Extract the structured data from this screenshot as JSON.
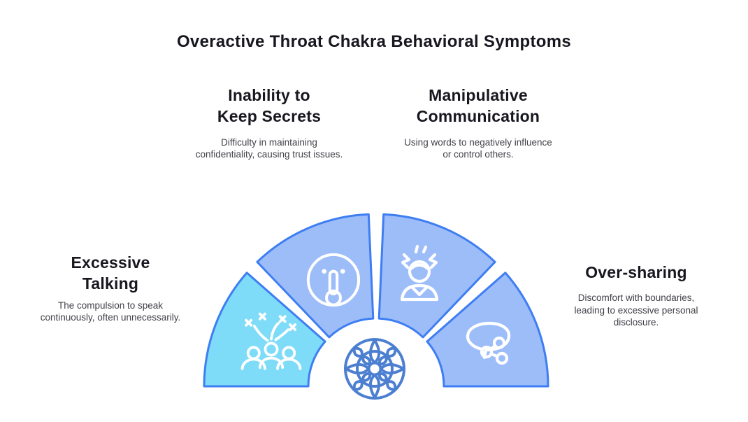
{
  "title": "Overactive Throat Chakra Behavioral Symptoms",
  "colors": {
    "background": "#ffffff",
    "heading_text": "#17171f",
    "body_text": "#414149",
    "segment_default": "#9dbdf9",
    "segment_highlight": "#7edcf9",
    "segment_border": "#3e7ef2",
    "icon_stroke": "#ffffff",
    "mandala": "#4d7fd1"
  },
  "center_icon": "mandala-icon",
  "sections": [
    {
      "id": "excessive-talking",
      "heading": "Excessive\nTalking",
      "description": "The compulsion to speak continuously, often unnecessarily.",
      "icon": "crowd-celebration-icon",
      "highlighted": true
    },
    {
      "id": "inability-to-keep-secrets",
      "heading": "Inability to\nKeep Secrets",
      "description": "Difficulty in maintaining confidentiality, causing trust issues.",
      "icon": "shush-face-icon",
      "highlighted": false
    },
    {
      "id": "manipulative-communication",
      "heading": "Manipulative\nCommunication",
      "description": "Using words to negatively influence or control others.",
      "icon": "stressed-person-icon",
      "highlighted": false
    },
    {
      "id": "over-sharing",
      "heading": "Over-sharing",
      "description": "Discomfort with boundaries, leading to excessive personal disclosure.",
      "icon": "speech-bubble-share-icon",
      "highlighted": false
    }
  ]
}
